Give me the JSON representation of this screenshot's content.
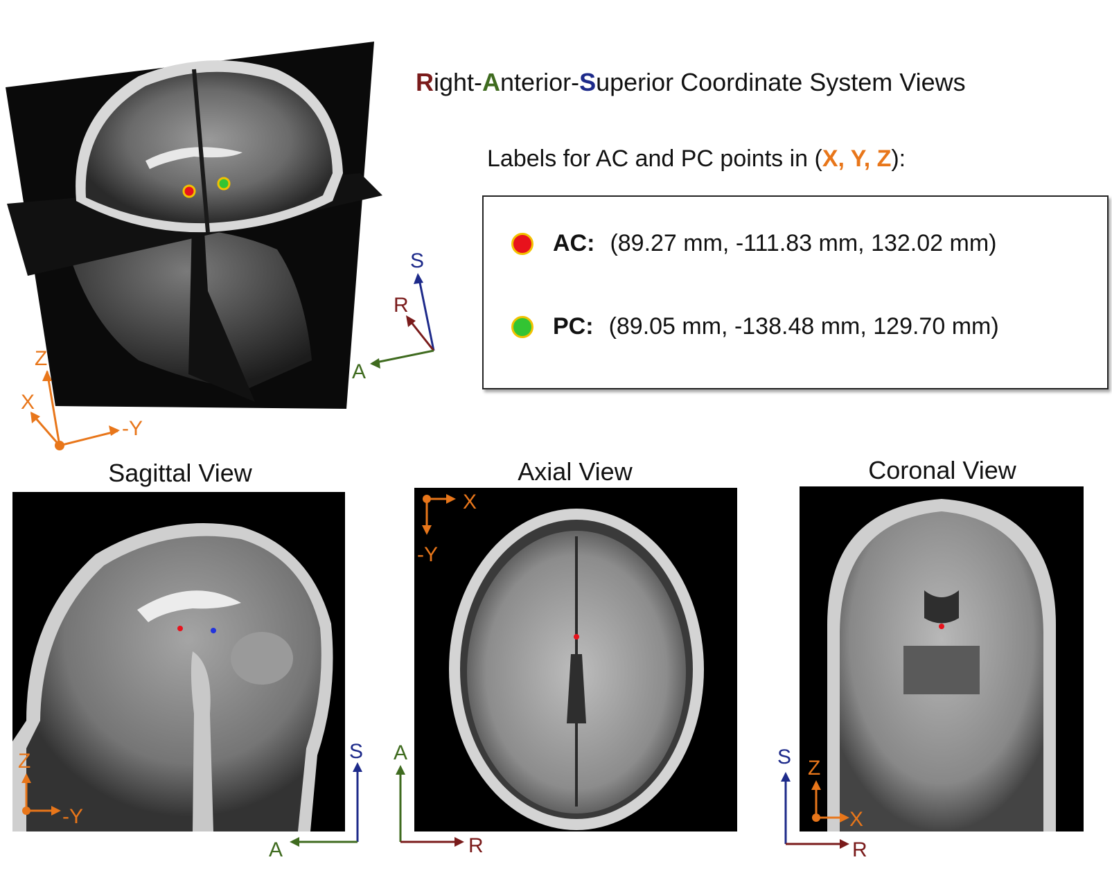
{
  "title": {
    "parts": [
      {
        "text": "R",
        "color": "#7a1b1b",
        "bold": true
      },
      {
        "text": "ight-",
        "color": "#111111",
        "bold": false
      },
      {
        "text": "A",
        "color": "#3f6b1f",
        "bold": true
      },
      {
        "text": "nterior-",
        "color": "#111111",
        "bold": false
      },
      {
        "text": "S",
        "color": "#1d2a8a",
        "bold": true
      },
      {
        "text": "uperior Coordinate System Views",
        "color": "#111111",
        "bold": false
      }
    ]
  },
  "labels_heading": {
    "prefix": "Labels for AC and PC points in (",
    "coords": "X, Y, Z",
    "suffix": "):"
  },
  "points": [
    {
      "name": "AC:",
      "coords": "(89.27 mm, -111.83 mm, 132.02 mm)",
      "color": "#e8121c"
    },
    {
      "name": "PC:",
      "coords": "(89.05 mm, -138.48 mm, 129.70 mm)",
      "color": "#33c433"
    }
  ],
  "views": {
    "sagittal": "Sagittal View",
    "axial": "Axial View",
    "coronal": "Coronal View"
  },
  "axes": {
    "x": "X",
    "neg_y": "-Y",
    "z": "Z",
    "r": "R",
    "a": "A",
    "s": "S"
  },
  "colors": {
    "image_axes": "#e8761a",
    "right": "#7a1b1b",
    "anterior": "#3f6b1f",
    "superior": "#1d2a8a",
    "ac": "#e8121c",
    "pc": "#33c433",
    "pc_sagittal": "#2233dd"
  }
}
